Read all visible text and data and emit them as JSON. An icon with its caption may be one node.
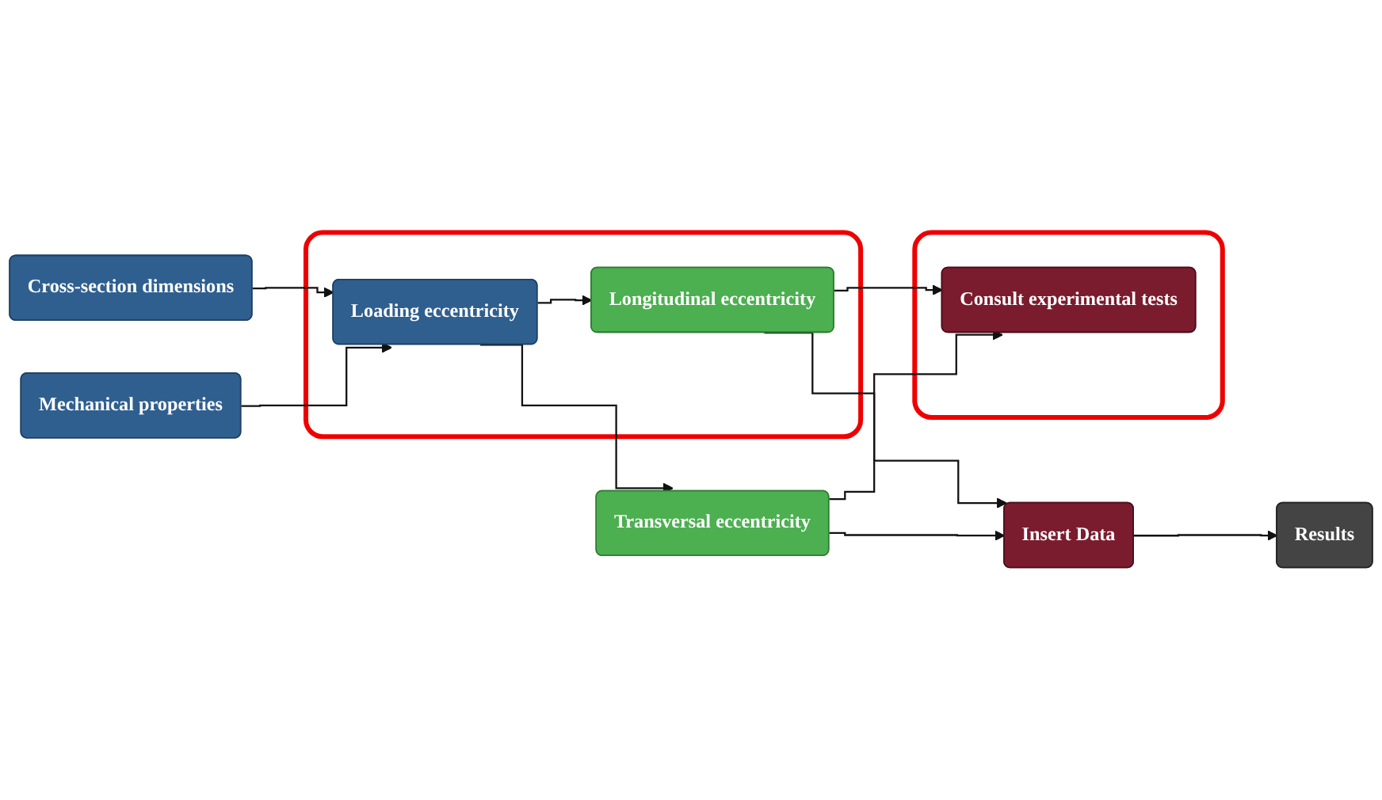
{
  "diagram": {
    "nodes": [
      {
        "text": [
          "Cross-section dimensions"
        ]
      },
      {
        "text": [
          "Mechanical properties"
        ]
      },
      {
        "text": [],
        "shape": "box"
      },
      {
        "text": [
          "Loading eccentricity"
        ],
        "in": 2
      },
      {
        "text": [
          "Longitudinal eccentricity"
        ],
        "in": 2
      },
      {
        "text": [
          "Transversal eccentricity"
        ]
      },
      {
        "text": [
          "Insert Data"
        ]
      },
      {
        "text": [
          "Results"
        ]
      },
      {
        "text": [],
        "shape": "box"
      },
      {
        "text": [
          "Consult experimental tests"
        ],
        "in": 8
      }
    ],
    "edges": [
      {
        "from": 0,
        "to": 3,
        "arrow": "to"
      },
      {
        "from": 1,
        "to": 3,
        "arrow": "to"
      },
      {
        "from": 3,
        "to": 4,
        "arrow": "to"
      },
      {
        "from": 3,
        "to": 5,
        "arrow": "to"
      },
      {
        "from": 4,
        "to": 6,
        "arrow": "to"
      },
      {
        "from": 4,
        "to": 9,
        "arrow": "to"
      },
      {
        "from": 5,
        "to": 6,
        "arrow": "to"
      },
      {
        "from": 5,
        "to": 9,
        "arrow": "to"
      },
      {
        "from": 6,
        "to": 7,
        "arrow": "to"
      }
    ]
  }
}
